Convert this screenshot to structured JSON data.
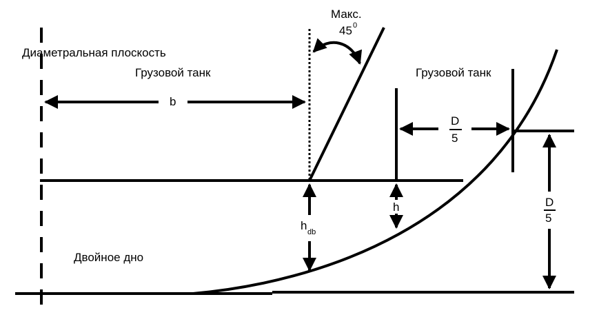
{
  "labels": {
    "centerline": "Диаметральная плоскость",
    "cargo_tank_left": "Грузовой танк",
    "cargo_tank_right": "Грузовой танк",
    "max_prefix": "Макс.",
    "max_angle": "45",
    "max_degree": "0",
    "b": "b",
    "d_num_horizontal": "D",
    "d_den_horizontal": "5",
    "d_num_vertical": "D",
    "d_den_vertical": "5",
    "h": "h",
    "hdb_main": "h",
    "hdb_sub": "db",
    "double_bottom": "Двойное дно"
  }
}
